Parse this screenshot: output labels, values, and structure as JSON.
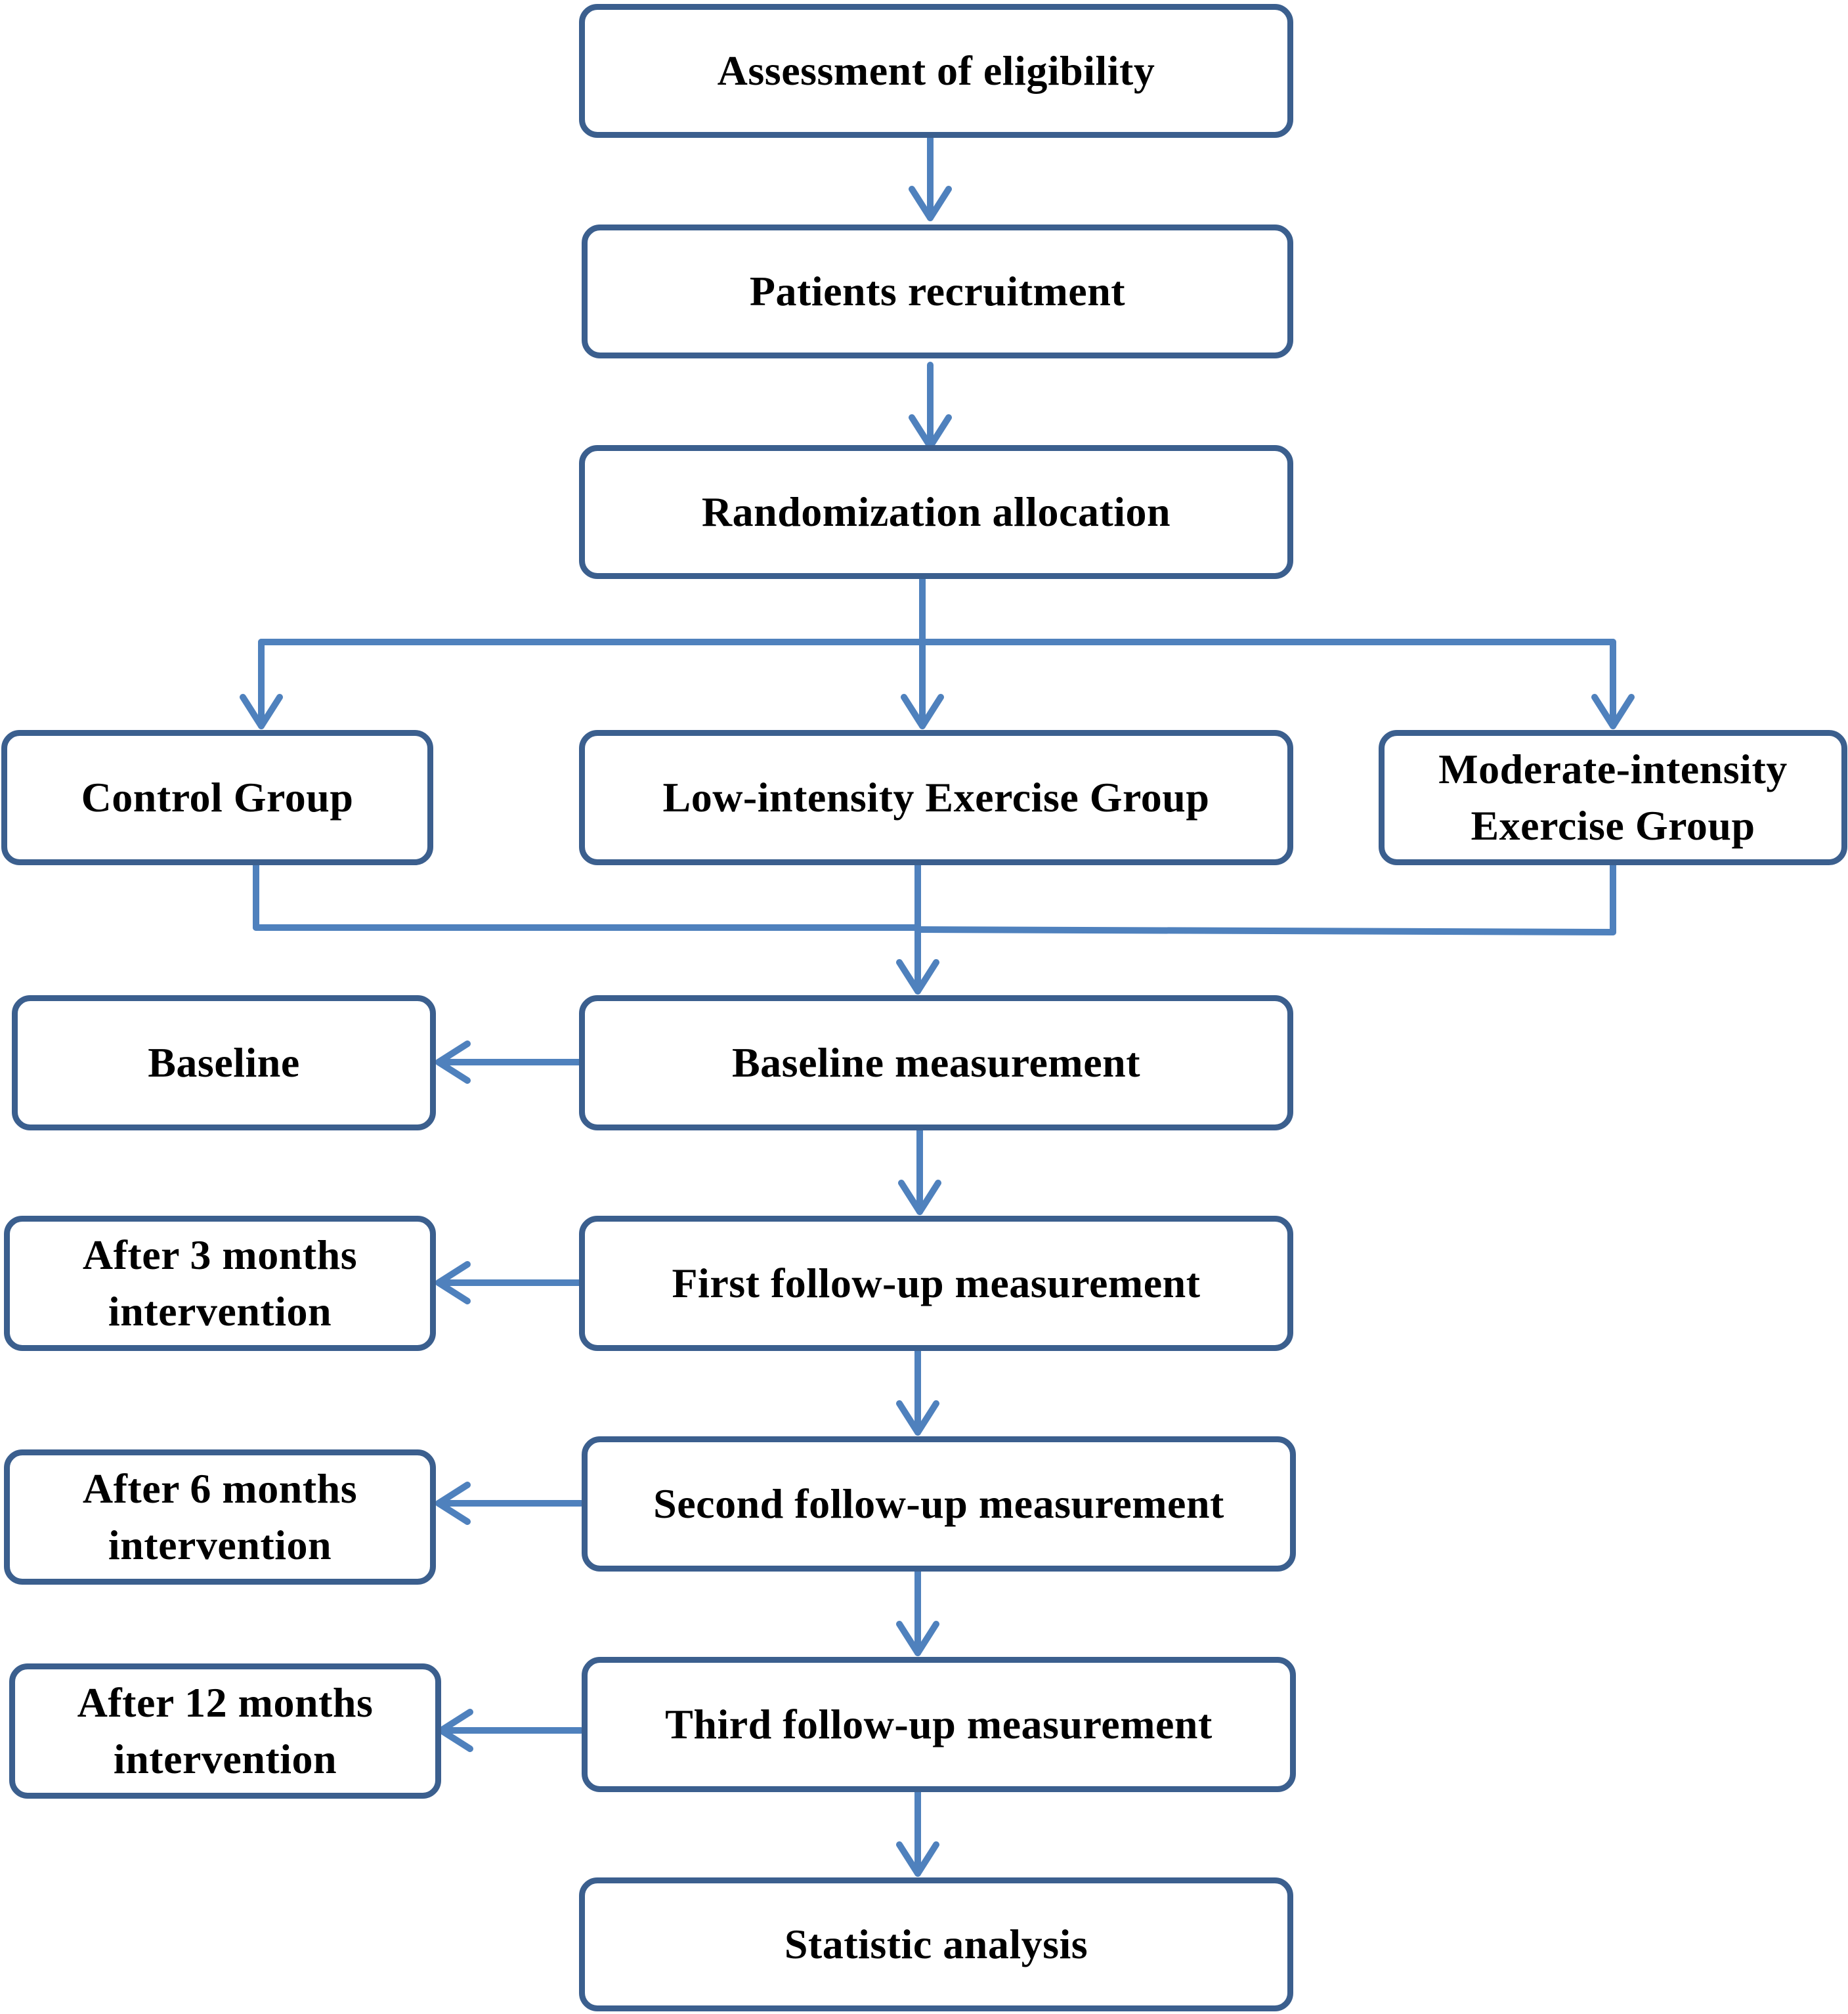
{
  "colors": {
    "box_border": "#3b5f8e",
    "connector": "#4f81bd",
    "text": "#000000",
    "background": "#ffffff"
  },
  "steps": {
    "eligibility": "Assessment of eligibility",
    "recruitment": "Patients recruitment",
    "randomization": "Randomization allocation",
    "baseline_measurement": "Baseline measurement",
    "first_followup": "First follow-up measurement",
    "second_followup": "Second follow-up measurement",
    "third_followup": "Third follow-up measurement",
    "statistic_analysis": "Statistic analysis"
  },
  "groups": {
    "control": "Control Group",
    "low_intensity": "Low-intensity Exercise Group",
    "moderate_intensity": "Moderate-intensity Exercise Group"
  },
  "timepoints": {
    "baseline": "Baseline",
    "after_3_months": "After 3 months intervention",
    "after_6_months": "After 6 months intervention",
    "after_12_months": "After 12 months intervention"
  }
}
